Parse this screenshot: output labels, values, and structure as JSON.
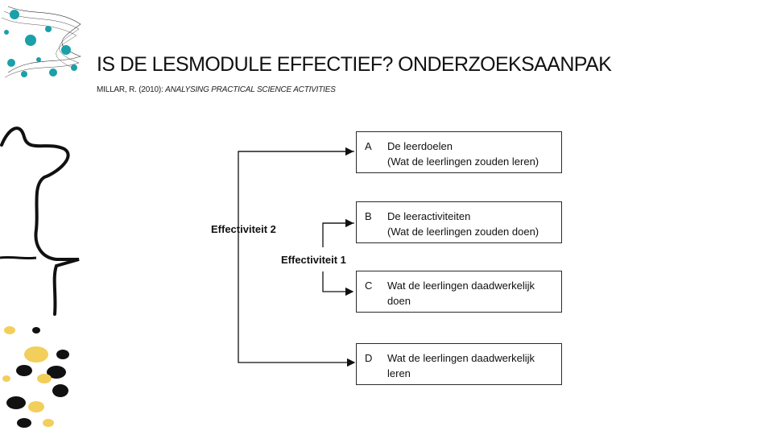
{
  "header": {
    "title": "IS DE LESMODULE EFFECTIEF? ONDERZOEKSAANPAK",
    "subtitle_prefix": "MILLAR, R. (2010): ",
    "subtitle_italic": "ANALYSING PRACTICAL SCIENCE ACTIVITIES"
  },
  "diagram": {
    "boxes": [
      {
        "letter": "A",
        "line1": "De leerdoelen",
        "line2": "(Wat de leerlingen zouden leren)"
      },
      {
        "letter": "B",
        "line1": "De leeractiviteiten",
        "line2": "(Wat de leerlingen zouden doen)"
      },
      {
        "letter": "C",
        "line1": "Wat de leerlingen daadwerkelijk",
        "line2": "doen"
      },
      {
        "letter": "D",
        "line1": "Wat de leerlingen daadwerkelijk",
        "line2": "leren"
      }
    ],
    "labels": {
      "effectiviteit_2": "Effectiviteit 2",
      "effectiviteit_1": "Effectiviteit 1"
    }
  },
  "colors": {
    "teal": "#1aa0a8",
    "yellow": "#f2cf5a",
    "ink": "#111111"
  }
}
